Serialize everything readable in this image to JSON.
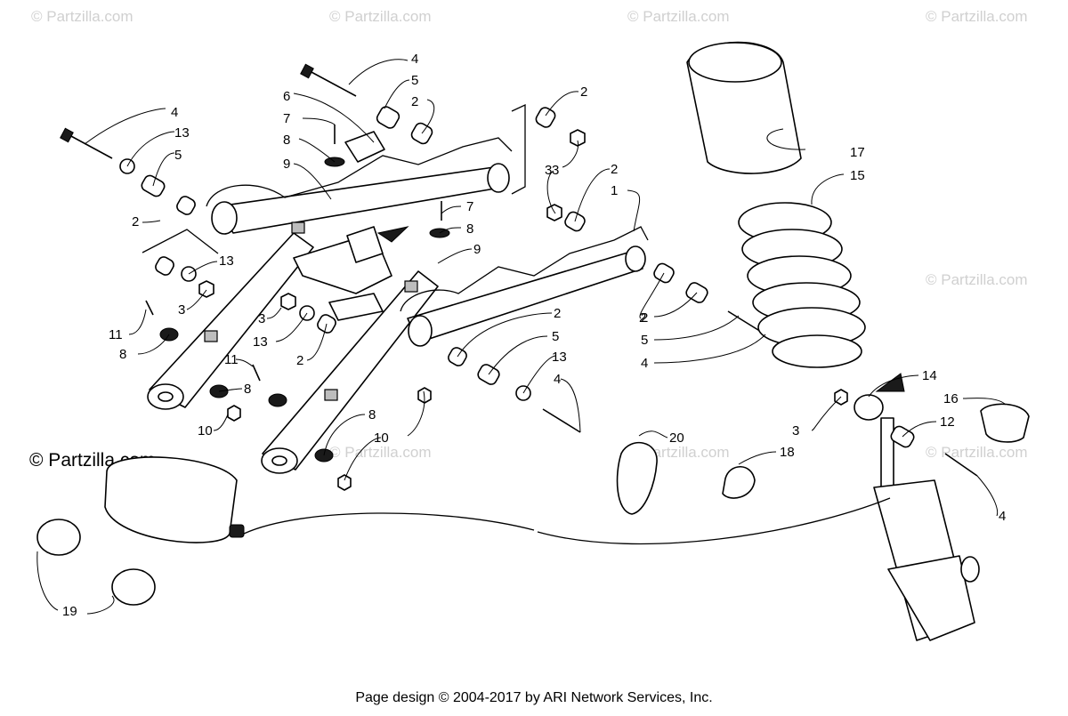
{
  "watermarks": {
    "top": [
      "© Partzilla.com",
      "© Partzilla.com",
      "© Partzilla.com",
      "© Partzilla.com"
    ],
    "middle": [
      "© Partzilla.com",
      "© Partzilla.com",
      "© Partzilla.com",
      "© Partzilla.com"
    ],
    "main": "© Partzilla.com"
  },
  "callouts": {
    "c1": "4",
    "c2": "5",
    "c3": "2",
    "c4": "2",
    "c5": "6",
    "c6": "7",
    "c7": "8",
    "c8": "9",
    "c9": "3",
    "c10": "4",
    "c11": "13",
    "c12": "5",
    "c13": "2",
    "c14": "2",
    "c15": "1",
    "c16": "3",
    "c17": "17",
    "c18": "15",
    "c19": "7",
    "c20": "8",
    "c21": "9",
    "c22": "2",
    "c23": "13",
    "c24": "3",
    "c25": "11",
    "c26": "8",
    "c27": "3",
    "c28": "13",
    "c29": "2",
    "c30": "2",
    "c31": "5",
    "c32": "13",
    "c33": "4",
    "c34": "2",
    "c35": "5",
    "c36": "4",
    "c37": "11",
    "c38": "8",
    "c39": "10",
    "c40": "8",
    "c41": "10",
    "c42": "14",
    "c43": "16",
    "c44": "12",
    "c45": "3",
    "c46": "20",
    "c47": "18",
    "c48": "4",
    "c49": "19"
  },
  "footer": "Page design © 2004-2017 by ARI Network Services, Inc."
}
